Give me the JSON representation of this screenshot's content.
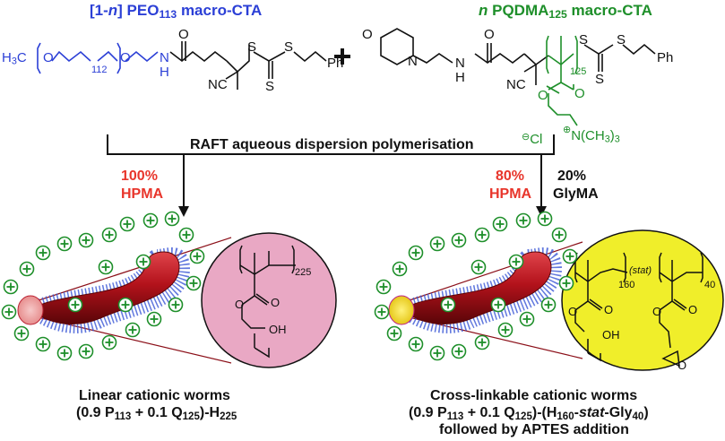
{
  "left_reagent": {
    "prefix": "[1-",
    "n": "n",
    "suffix": "] PEO",
    "sub": "113",
    "tail": " macro-CTA"
  },
  "right_reagent": {
    "n": "n",
    "name": " PQDMA",
    "sub": "125",
    "tail": " macro-CTA"
  },
  "plus": "+",
  "peo_structure": {
    "h3c": "H",
    "h3c_sub": "3",
    "c": "C",
    "o1": "O",
    "o2": "O",
    "rep": "112",
    "n": "N",
    "h": "H",
    "o3": "O",
    "s1": "S",
    "s2": "S",
    "s3": "S",
    "nc": "NC",
    "ph": "Ph"
  },
  "pqdma_structure": {
    "o_morph": "O",
    "n_morph": "N",
    "nh_n": "N",
    "nh_h": "H",
    "o_amide": "O",
    "nc": "NC",
    "rep": "125",
    "s1": "S",
    "s2": "S",
    "s3": "S",
    "ph": "Ph",
    "o_ester1": "O",
    "o_ester2": "O",
    "chloride": "Cl",
    "cation": "N(CH",
    "cation_sub": "3",
    "cation_tail": ")",
    "cation_sub2": "3"
  },
  "process": "RAFT aqueous dispersion polymerisation",
  "left_branch": {
    "pct": "100%",
    "monomer": "HPMA"
  },
  "right_branch": {
    "pct1": "80%",
    "monomer1": "HPMA",
    "pct2": "20%",
    "monomer2": "GlyMA"
  },
  "left_zoom": {
    "rep": "225",
    "o1": "O",
    "o2": "O",
    "oh": "OH"
  },
  "right_zoom": {
    "rep1": "160",
    "stat": "(stat)",
    "rep2": "40",
    "o1": "O",
    "o2": "O",
    "oh": "OH",
    "o3": "O",
    "o4": "O",
    "o5": "O"
  },
  "left_caption": {
    "line1": "Linear cationic worms",
    "line2_a": "(0.9 P",
    "line2_sub1": "113",
    "line2_b": " + 0.1 Q",
    "line2_sub2": "125",
    "line2_c": ")-H",
    "line2_sub3": "225"
  },
  "right_caption": {
    "line1": "Cross-linkable cationic worms",
    "line2_a": "(0.9 P",
    "line2_sub1": "113",
    "line2_b": " + 0.1 Q",
    "line2_sub2": "125",
    "line2_c": ")-(H",
    "line2_sub3": "160",
    "line2_d": "-",
    "line2_stat": "stat",
    "line2_e": "-Gly",
    "line2_sub4": "40",
    "line2_f": ")",
    "line3": "followed by APTES addition"
  },
  "colors": {
    "peo": "#2b3fd6",
    "pqdma": "#1e8f2a",
    "hpma": "#e8352b",
    "worm": "#b3121b",
    "corona": "#3a56d6",
    "left_zoom_fill": "#e9a8c4",
    "right_zoom_fill": "#f0ee2a"
  },
  "icons": {
    "cation": "plus-in-circle-icon"
  }
}
